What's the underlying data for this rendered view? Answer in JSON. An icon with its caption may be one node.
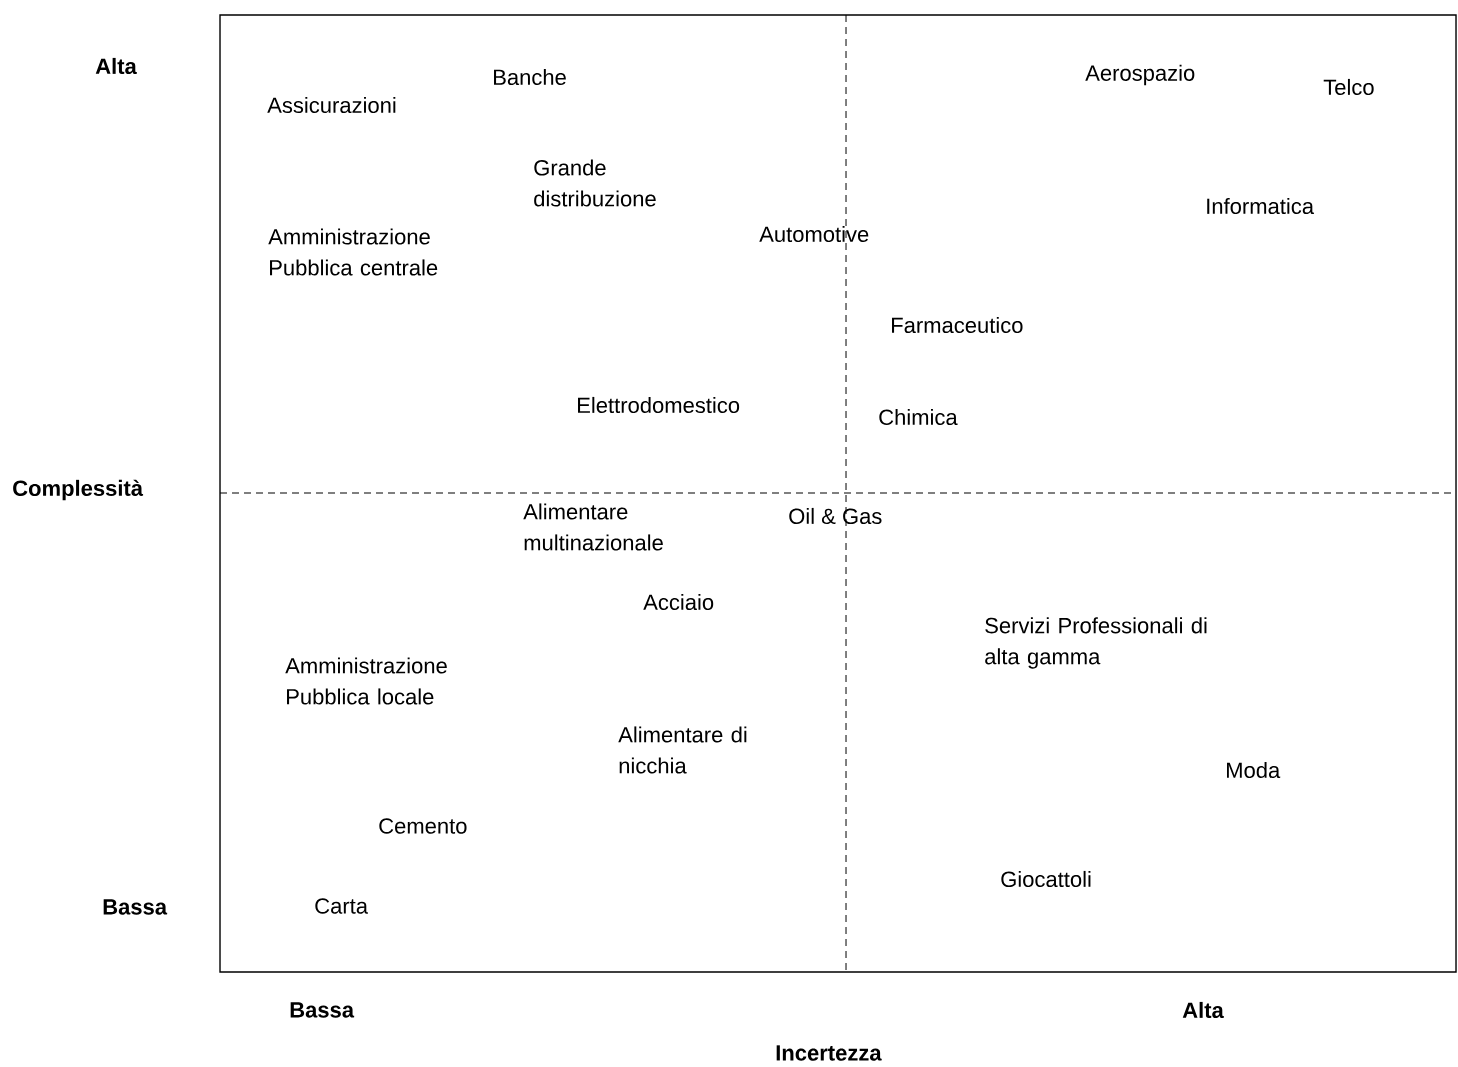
{
  "diagram": {
    "labels": [
      "Alta",
      "Banche",
      "Aerospazio",
      "Telco",
      "Assicurazioni",
      "Grande distribuzione",
      "Informatica",
      "Automotive",
      "Amministrazione Pubblica centrale",
      "Farmaceutico",
      "Elettrodomestico",
      "Chimica",
      "Complessità",
      "Alimentare multinazionale",
      "Oil & Gas",
      "Acciaio",
      "Servizi Professionali di alta gamma",
      "Amministrazione Pubblica locale",
      "Alimentare di nicchia",
      "Moda",
      "Cemento",
      "Giocattoli",
      "Bassa",
      "Carta",
      "Bassa",
      "Alta",
      "Incertezza"
    ]
  }
}
